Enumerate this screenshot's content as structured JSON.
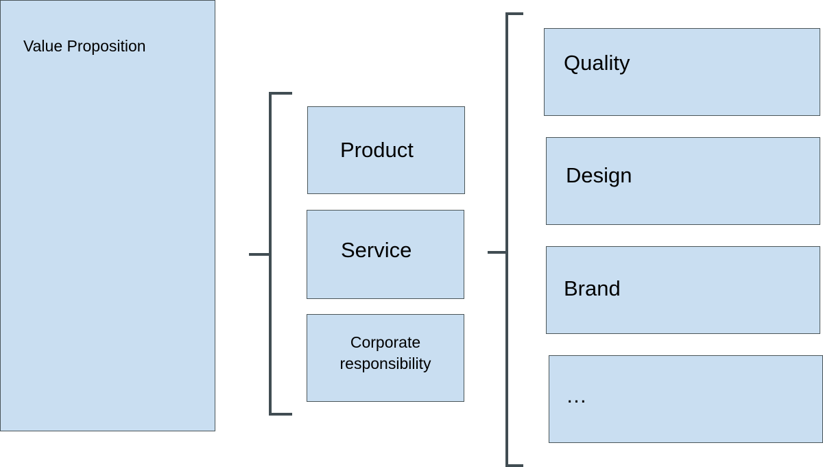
{
  "colors": {
    "box_fill": "#c9def1",
    "box_border": "#4a5558",
    "bracket": "#414d53"
  },
  "root": {
    "label": "Value Proposition"
  },
  "level1": {
    "items": [
      {
        "label": "Product"
      },
      {
        "label": "Service"
      },
      {
        "label": "Corporate responsibility",
        "lines": [
          "Corporate",
          "responsibility"
        ]
      }
    ]
  },
  "level2": {
    "items": [
      {
        "label": "Quality"
      },
      {
        "label": "Design"
      },
      {
        "label": "Brand"
      },
      {
        "label": "…"
      }
    ]
  }
}
